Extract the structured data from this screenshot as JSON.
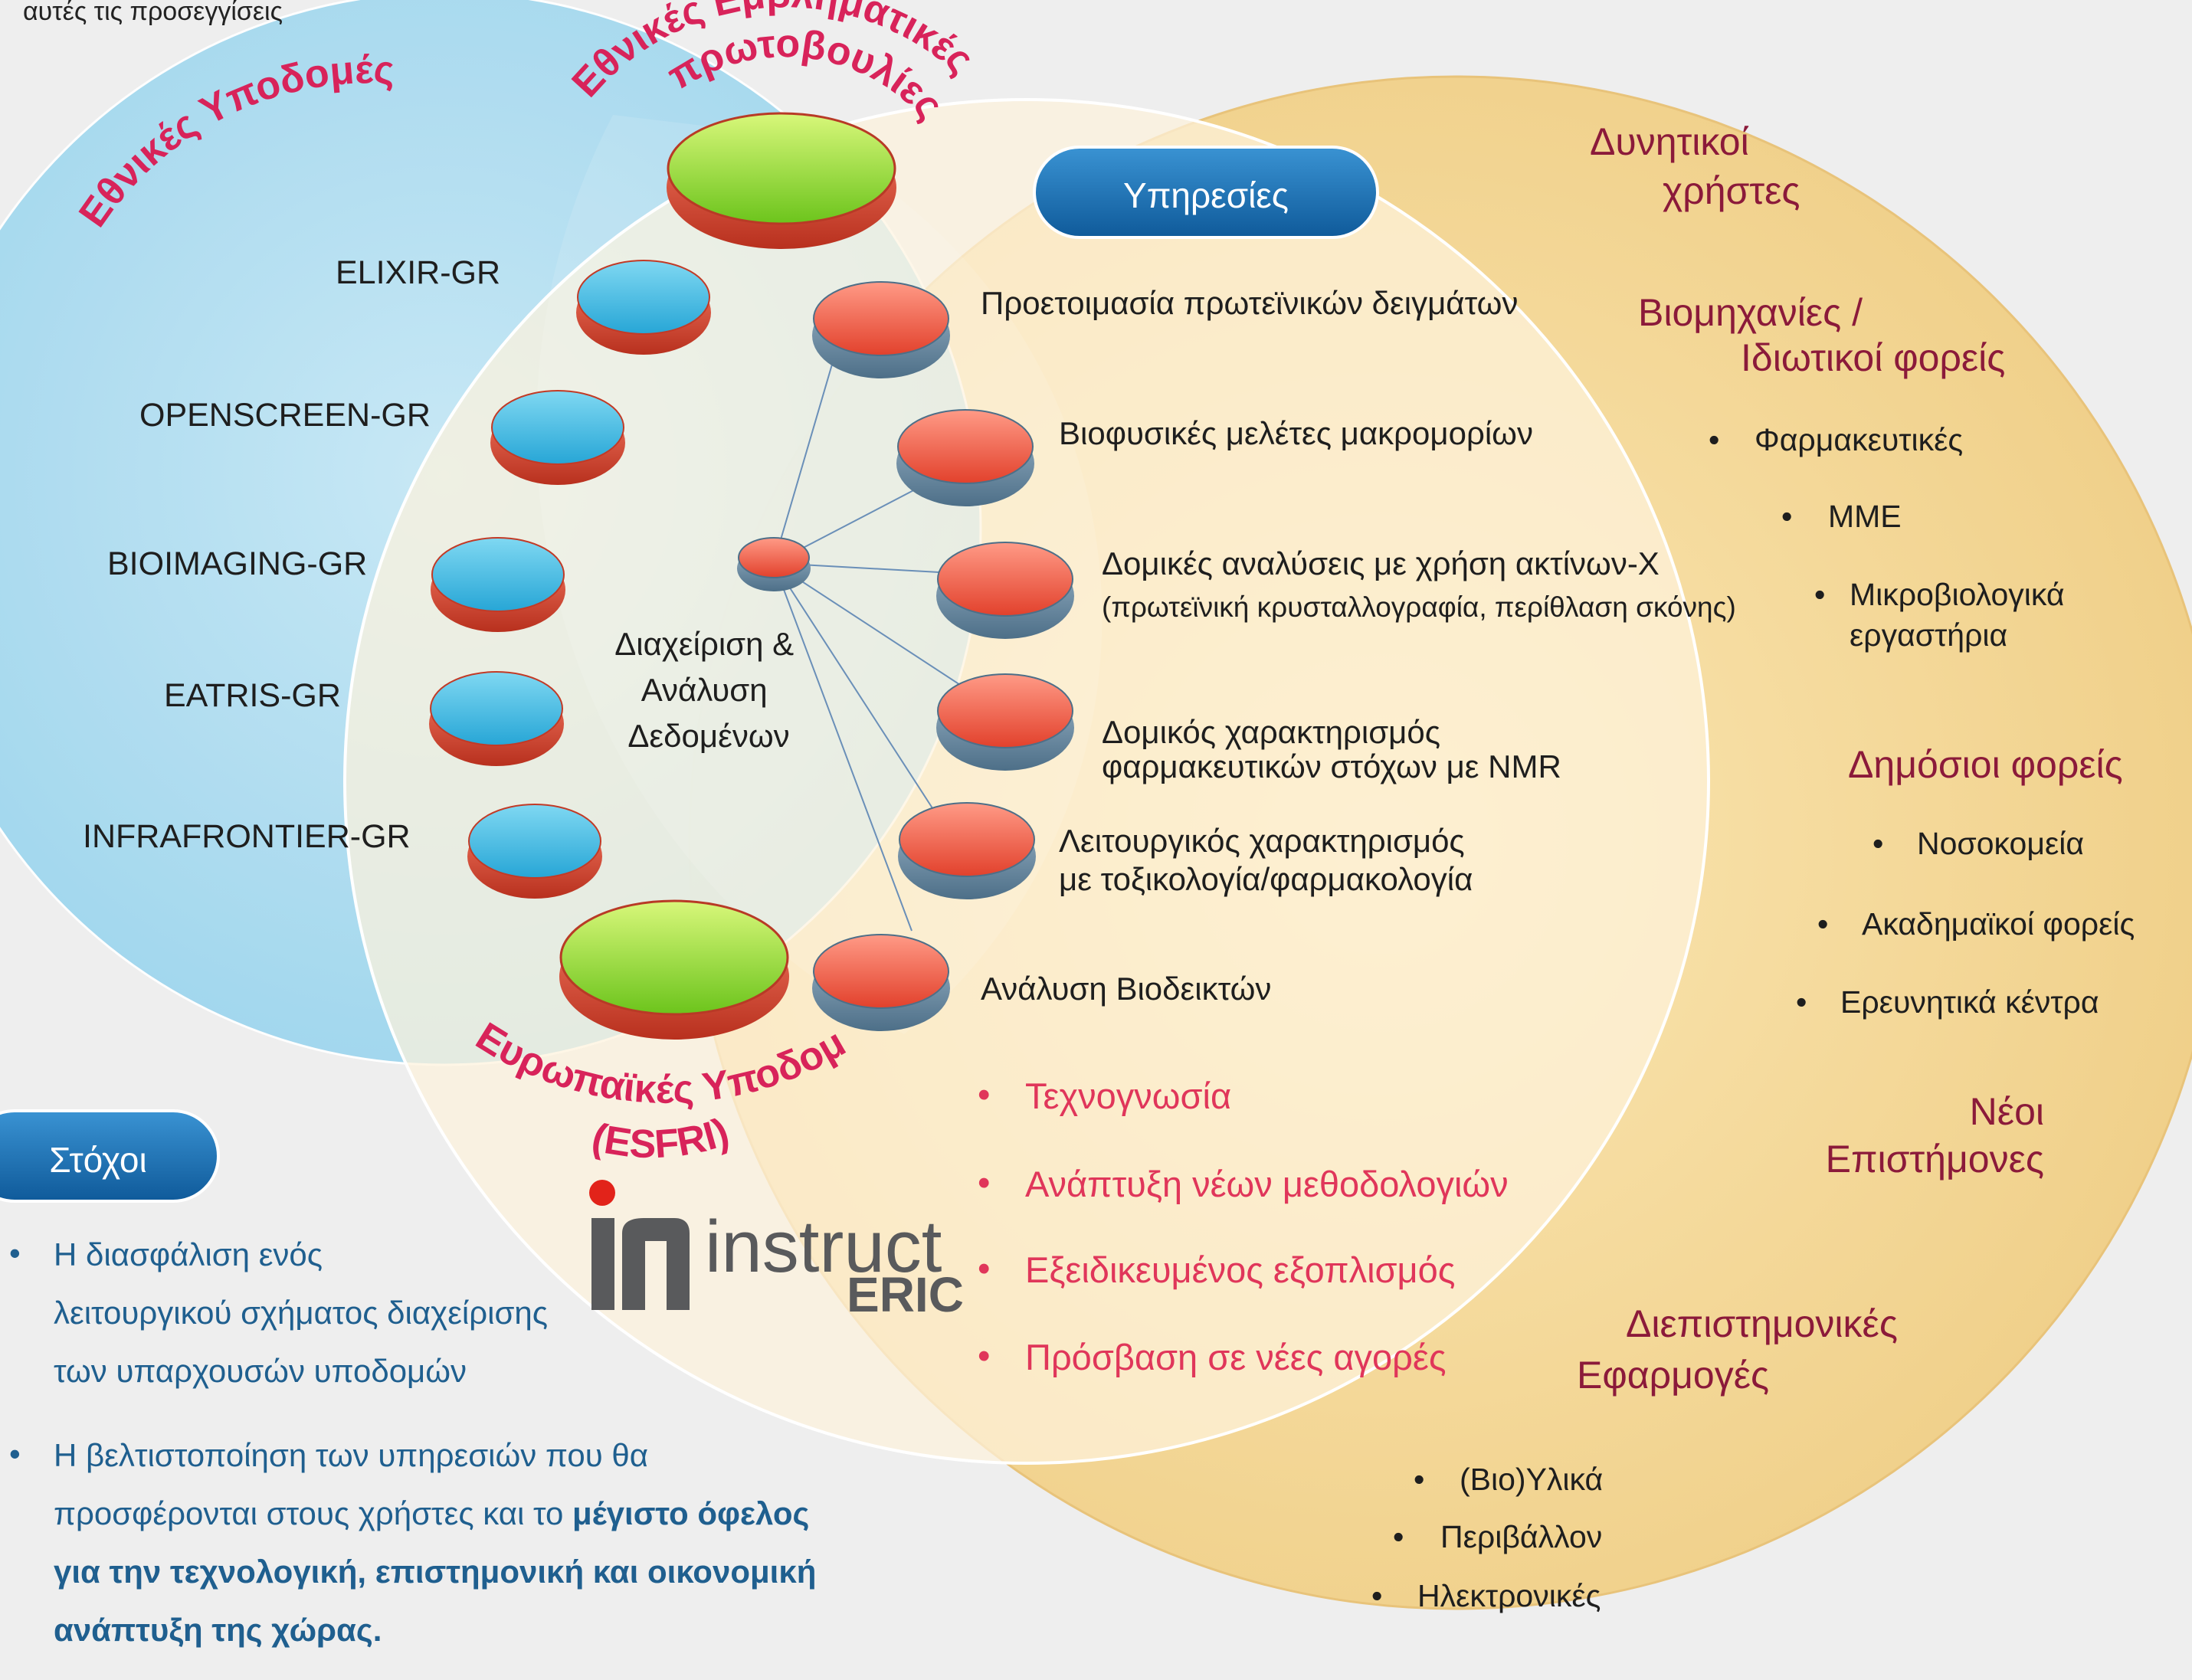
{
  "top_note": "αυτές τις προσεγγίσεις",
  "titles": {
    "national_infra": "Εθνικές Υποδομές",
    "flagship_line1": "Εθνικές Εμβληματικές",
    "flagship_line2": "πρωτοβουλίες",
    "european_line1": "Ευρωπαϊκές Υποδομές",
    "european_line2": "(ESFRI)"
  },
  "national_nodes": [
    "ELIXIR-GR",
    "OPENSCREEN-GR",
    "BIOIMAGING-GR",
    "EATRIS-GR",
    "INFRAFRONTIER-GR"
  ],
  "data_management": [
    "Διαχείριση &",
    "Ανάλυση",
    "Δεδομένων"
  ],
  "services": {
    "button_label": "Υπηρεσίες",
    "items": [
      {
        "line1": "Προετοιμασία πρωτεϊνικών δειγμάτων",
        "line2": ""
      },
      {
        "line1": "Βιοφυσικές μελέτες μακρομορίων",
        "line2": ""
      },
      {
        "line1": "Δομικές αναλύσεις με χρήση ακτίνων-Χ",
        "line2": "(πρωτεϊνική κρυσταλλογραφία, περίθλαση σκόνης)"
      },
      {
        "line1": "Δομικός χαρακτηρισμός",
        "line2": "φαρμακευτικών στόχων με NMR"
      },
      {
        "line1": "Λειτουργικός χαρακτηρισμός",
        "line2": "με τοξικολογία/φαρμακολογία"
      },
      {
        "line1": "Ανάλυση Βιοδεικτών",
        "line2": ""
      }
    ]
  },
  "benefits": [
    "Τεχνογνωσία",
    "Ανάπτυξη νέων μεθοδολογιών",
    "Εξειδικευμένος εξοπλισμός",
    "Πρόσβαση σε νέες αγορές"
  ],
  "logo": {
    "word": "instruct",
    "sub": "ERIC"
  },
  "users": {
    "potential_line1": "Δυνητικοί",
    "potential_line2": "χρήστες",
    "industry_line1": "Βιομηχανίες /",
    "industry_line2": "Ιδιωτικοί φορείς",
    "industry_items": [
      "Φαρμακευτικές",
      "ΜΜΕ"
    ],
    "industry_item3_line1": "Μικροβιολογικά",
    "industry_item3_line2": "εργαστήρια",
    "public_head": "Δημόσιοι φορείς",
    "public_items": [
      "Νοσοκομεία",
      "Ακαδημαϊκοί φορείς",
      "Ερευνητικά κέντρα"
    ],
    "young_line1": "Νέοι",
    "young_line2": "Επιστήμονες",
    "interdisc_line1": "Διεπιστημονικές",
    "interdisc_line2": "Εφαρμογές",
    "interdisc_items": [
      "(Βιο)Υλικά",
      "Περιβάλλον",
      "Ηλεκτρονικές"
    ]
  },
  "goals": {
    "button_label": "Στόχοι",
    "item1": [
      "Η διασφάλιση ενός",
      "λειτουργικού σχήματος διαχείρισης",
      "των υπαρχουσών υποδομών"
    ],
    "item2_line1": "Η βελτιστοποίηση των υπηρεσιών που θα",
    "item2_line2_plain": "προσφέρονται στους χρήστες και το ",
    "item2_line2_bold": "μέγιστο όφελος",
    "item2_line3": "για την τεχνολογική, επιστημονική και οικονομική",
    "item2_line4": "ανάπτυξη της χώρας."
  },
  "colors": {
    "background": "#eeeeee",
    "blue_circle": "#a9dcf0",
    "cream_circle": "#fdf3dc",
    "gold_circle": "#f3d99a",
    "title_red": "#d8235a",
    "benefit_red": "#e0365a",
    "user_head": "#8b1a3a",
    "button_blue": "#1e6fb0",
    "goal_text": "#1f5f8f"
  }
}
